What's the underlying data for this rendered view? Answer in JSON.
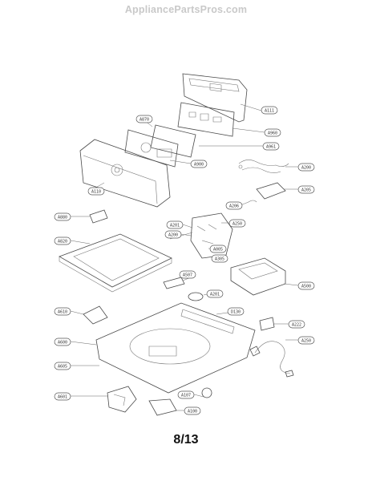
{
  "header": {
    "watermark": "AppliancePartsPros.com"
  },
  "footer": {
    "page": "8/13"
  },
  "callouts": [
    {
      "id": "c1",
      "label": "A111"
    },
    {
      "id": "c2",
      "label": "A960"
    },
    {
      "id": "c3",
      "label": "A961"
    },
    {
      "id": "c4",
      "label": "A870"
    },
    {
      "id": "c5",
      "label": "A900"
    },
    {
      "id": "c6",
      "label": "A110"
    },
    {
      "id": "c7",
      "label": "A200"
    },
    {
      "id": "c8",
      "label": "A205"
    },
    {
      "id": "c9",
      "label": "A206"
    },
    {
      "id": "c10",
      "label": "A880"
    },
    {
      "id": "c11",
      "label": "A201"
    },
    {
      "id": "c12",
      "label": "A250"
    },
    {
      "id": "c13",
      "label": "A200"
    },
    {
      "id": "c14",
      "label": "A820"
    },
    {
      "id": "c15",
      "label": "A005"
    },
    {
      "id": "c16",
      "label": "A305"
    },
    {
      "id": "c17",
      "label": "A507"
    },
    {
      "id": "c18",
      "label": "A201"
    },
    {
      "id": "c19",
      "label": "A500"
    },
    {
      "id": "c20",
      "label": "A610"
    },
    {
      "id": "c21",
      "label": "D130"
    },
    {
      "id": "c22",
      "label": "A222"
    },
    {
      "id": "c23",
      "label": "A600"
    },
    {
      "id": "c24",
      "label": "A250"
    },
    {
      "id": "c25",
      "label": "A605"
    },
    {
      "id": "c26",
      "label": "A601"
    },
    {
      "id": "c27",
      "label": "A100"
    },
    {
      "id": "c28",
      "label": "A107"
    }
  ]
}
